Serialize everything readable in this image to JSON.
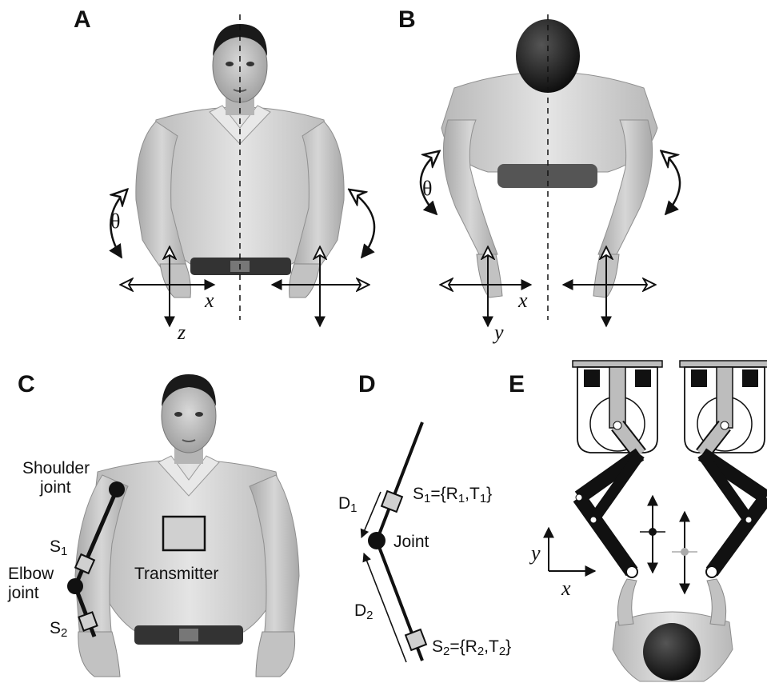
{
  "panels": {
    "a": {
      "label": "A",
      "theta": "θ",
      "x_axis": "x",
      "z_axis": "z"
    },
    "b": {
      "label": "B",
      "theta": "θ",
      "x_axis": "x",
      "y_axis": "y"
    },
    "c": {
      "label": "C",
      "shoulder_line1": "Shoulder",
      "shoulder_line2": "joint",
      "elbow_line1": "Elbow",
      "elbow_line2": "joint",
      "s1": {
        "base": "S",
        "sub": "1"
      },
      "s2": {
        "base": "S",
        "sub": "2"
      },
      "transmitter": "Transmitter"
    },
    "d": {
      "label": "D",
      "joint": "Joint",
      "d1": {
        "base": "D",
        "sub": "1"
      },
      "d2": {
        "base": "D",
        "sub": "2"
      },
      "s1_eq": {
        "s": "S",
        "s_sub": "1",
        "eq": "={R",
        "r_sub": "1",
        "comma": ",T",
        "t_sub": "1",
        "close": "}"
      },
      "s2_eq": {
        "s": "S",
        "s_sub": "2",
        "eq": "={R",
        "r_sub": "2",
        "comma": ",T",
        "t_sub": "2",
        "close": "}"
      }
    },
    "e": {
      "label": "E",
      "x_axis": "x",
      "y_axis": "y"
    }
  },
  "colors": {
    "ink": "#111111",
    "skin": "#c8c8c8",
    "skin_shade": "#a9a9a9",
    "shirt": "#d2d2d2",
    "hair": "#1a1a1a",
    "robot_link": "#222222",
    "robot_base": "#bdbdbd",
    "sensor": "#d0d0d0",
    "target_gray": "#aaaaaa"
  }
}
